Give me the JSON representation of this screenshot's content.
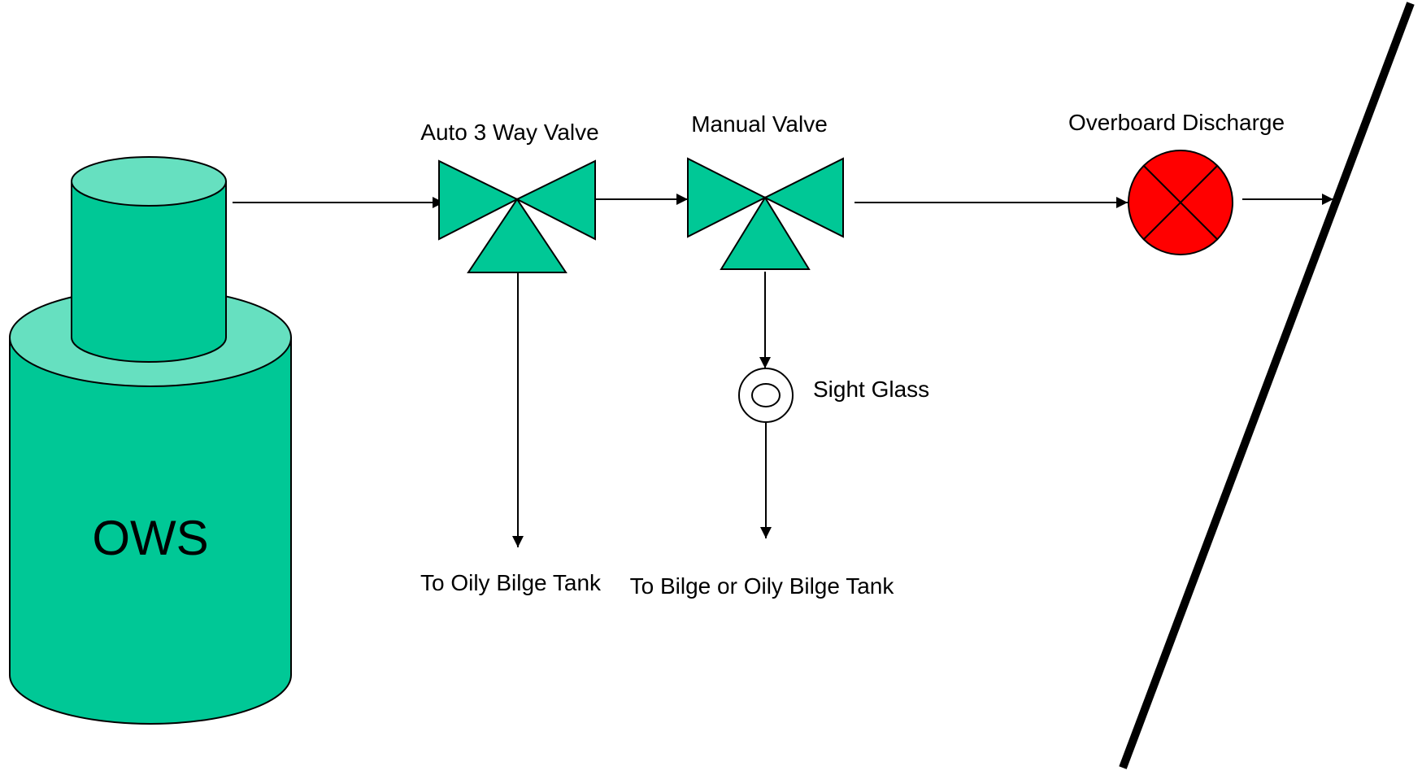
{
  "colors": {
    "equipment_fill": "#00c896",
    "equipment_top_fill": "#66e0c0",
    "discharge_fill": "#ff0000",
    "line": "#000000",
    "background": "#ffffff"
  },
  "labels": {
    "ows": "OWS",
    "auto_valve": "Auto 3 Way Valve",
    "manual_valve": "Manual Valve",
    "overboard": "Overboard Discharge",
    "sight_glass": "Sight Glass",
    "to_oily_bilge_tank": "To Oily Bilge Tank",
    "to_bilge_or_oily": "To Bilge or Oily Bilge Tank"
  },
  "icons": {
    "ows_tank": "cylinder-tank-icon",
    "auto_valve": "three-way-valve-icon",
    "manual_valve": "three-way-valve-icon",
    "overboard": "crossed-circle-discharge-icon",
    "sight_glass": "sight-glass-icon",
    "hull": "hull-line-icon"
  }
}
